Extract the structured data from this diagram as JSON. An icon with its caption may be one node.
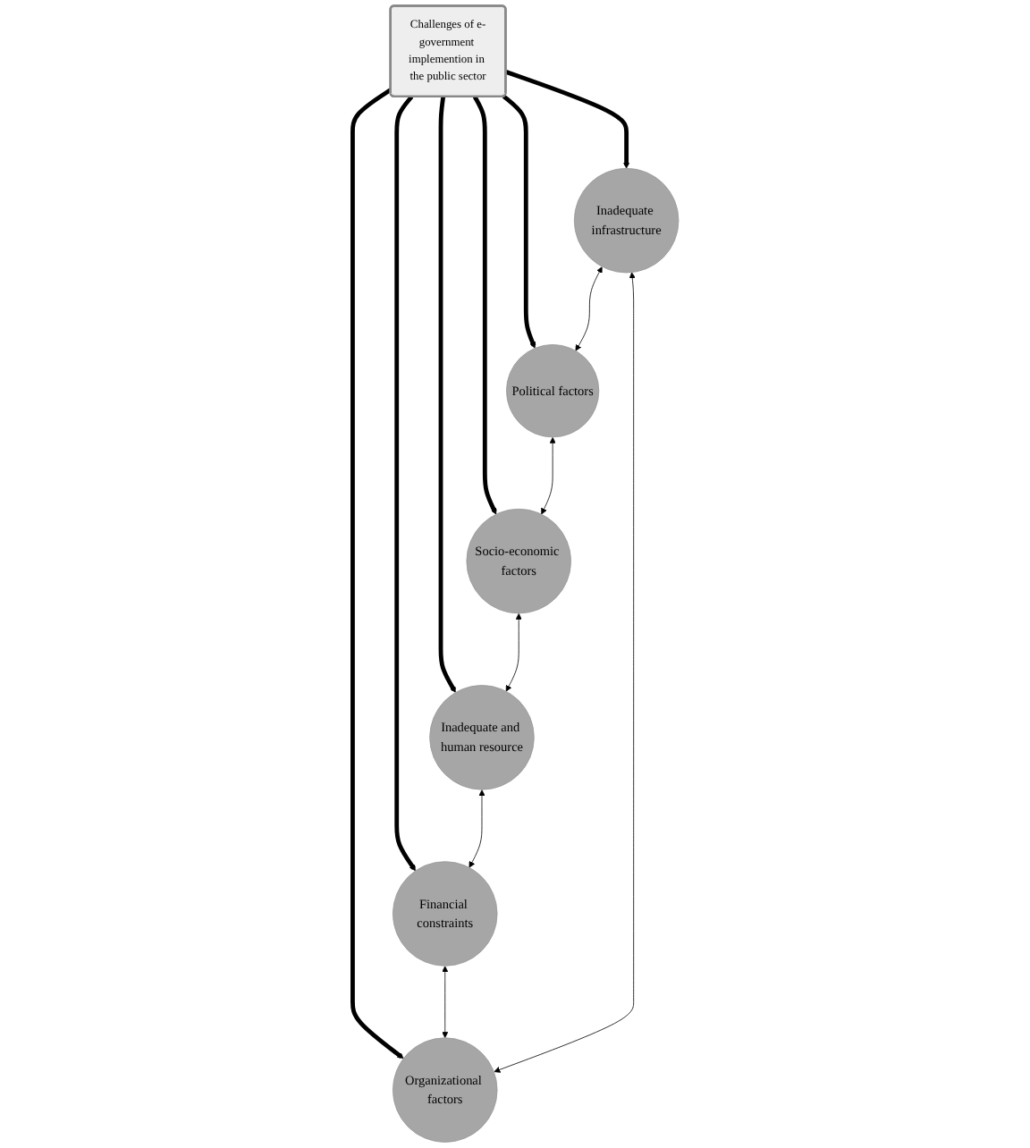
{
  "diagram": {
    "nodes": [
      {
        "text": [
          "Inadequate infrastructure"
        ]
      },
      {
        "text": [
          "Organizational factors"
        ]
      },
      {
        "text": [
          "Political factors"
        ]
      },
      {
        "text": [
          "Challenges of e-government implemention in the public sector"
        ]
      },
      {
        "text": [
          "Financial constraints"
        ]
      },
      {
        "text": [
          "Socio-economic factors"
        ]
      },
      {
        "text": [
          "Inadequate and human resource"
        ]
      }
    ],
    "edges": [
      {
        "from": 3,
        "to": 0,
        "arrow": "to",
        "style": "thick"
      },
      {
        "from": 3,
        "to": 2,
        "arrow": "to",
        "style": "thick"
      },
      {
        "from": 3,
        "to": 5,
        "arrow": "to",
        "style": "thick"
      },
      {
        "from": 3,
        "to": 6,
        "arrow": "to",
        "style": "thick"
      },
      {
        "from": 3,
        "to": 4,
        "arrow": "to",
        "style": "thick"
      },
      {
        "from": 3,
        "to": 1,
        "arrow": "to",
        "style": "thick"
      },
      {
        "from": 0,
        "to": 2,
        "arrow": "both"
      },
      {
        "from": 2,
        "to": 5,
        "arrow": "both"
      },
      {
        "from": 5,
        "to": 6,
        "arrow": "both"
      },
      {
        "from": 6,
        "to": 4,
        "arrow": "both"
      },
      {
        "from": 4,
        "to": 1,
        "arrow": "both"
      },
      {
        "from": 1,
        "to": 0,
        "arrow": "both"
      }
    ]
  }
}
